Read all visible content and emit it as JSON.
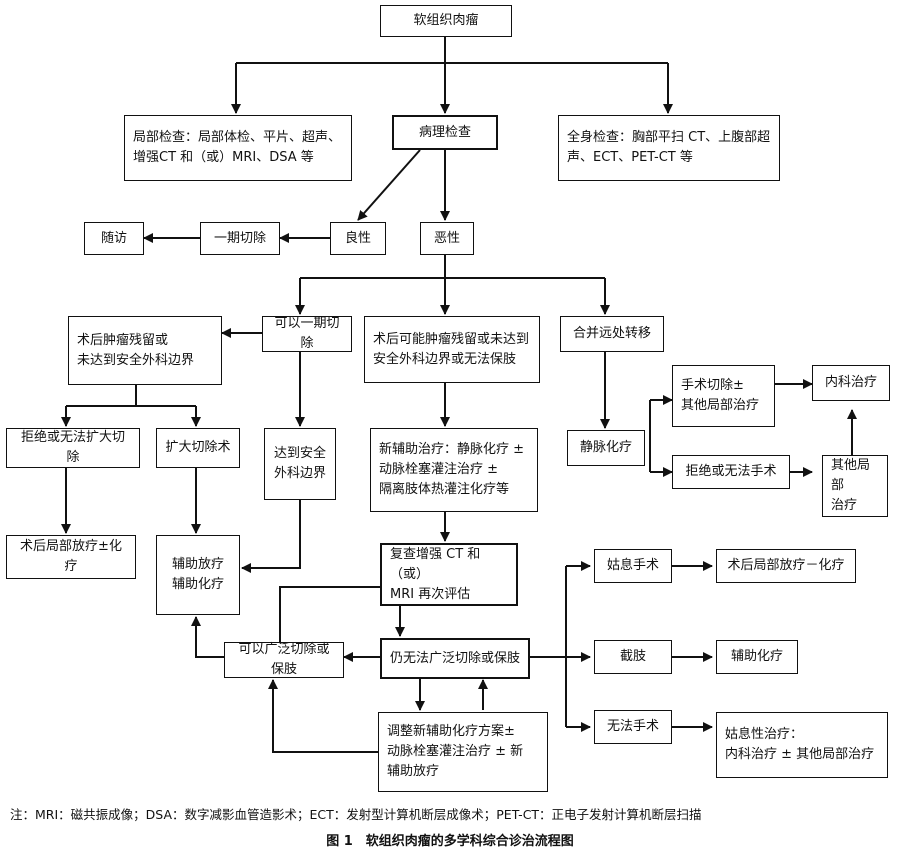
{
  "nodes": {
    "soft_tissue_sarcoma": "软组织肉瘤",
    "pathology_exam": "病理检查",
    "local_exam": "局部检查：局部体检、平片、超声、增强CT 和（或）MRI、DSA 等",
    "systemic_exam": "全身检查：胸部平扫 CT、上腹部超声、ECT、PET-CT 等",
    "benign": "良性",
    "malignant": "恶性",
    "single_stage_resection_benign": "一期切除",
    "follow_up": "随访",
    "resectable_once": "可以一期切除",
    "residual_or_margin": "术后肿瘤残留或\n未达到安全外科边界",
    "possible_residual": "术后可能肿瘤残留或未达到\n安全外科边界或无法保肢",
    "distant_metastasis": "合并远处转移",
    "refuse_extended": "拒绝或无法扩大切除",
    "extended_resection": "扩大切除术",
    "safe_margin": "达到安全\n外科边界",
    "neoadjuvant": "新辅助治疗：静脉化疗 ±\n动脉栓塞灌注治疗 ±\n隔离肢体热灌注化疗等",
    "iv_chemo": "静脉化疗",
    "surgery_plus_local": "手术切除±\n其他局部治疗",
    "medical_treatment_1": "内科治疗",
    "refuse_surgery": "拒绝或无法手术",
    "other_local": "其他局部\n治疗",
    "post_local_radio_chemo": "术后局部放疗±化疗",
    "adjuvant_radio_chemo": "辅助放疗\n辅助化疗",
    "reassess": "复查增强 CT 和（或）\nMRI 再次评估",
    "can_resect": "可以广泛切除或保肢",
    "still_cannot": "仍无法广泛切除或保肢",
    "adjust_neoadjuvant": "调整新辅助化疗方案±\n动脉栓塞灌注治疗 ± 新\n辅助放疗",
    "palliative_surgery": "姑息手术",
    "amputation": "截肢",
    "no_surgery": "无法手术",
    "post_local_radio_minus_chemo": "术后局部放疗－化疗",
    "adjuvant_chemo": "辅助化疗",
    "palliative_treatment": "姑息性治疗：\n内科治疗 ± 其他局部治疗"
  },
  "footnote": "注：MRI：磁共振成像；DSA：数字减影血管造影术；ECT：发射型计算机断层成像术；PET-CT：正电子发射计算机断层扫描",
  "caption": "图 1　软组织肉瘤的多学科综合诊治流程图"
}
